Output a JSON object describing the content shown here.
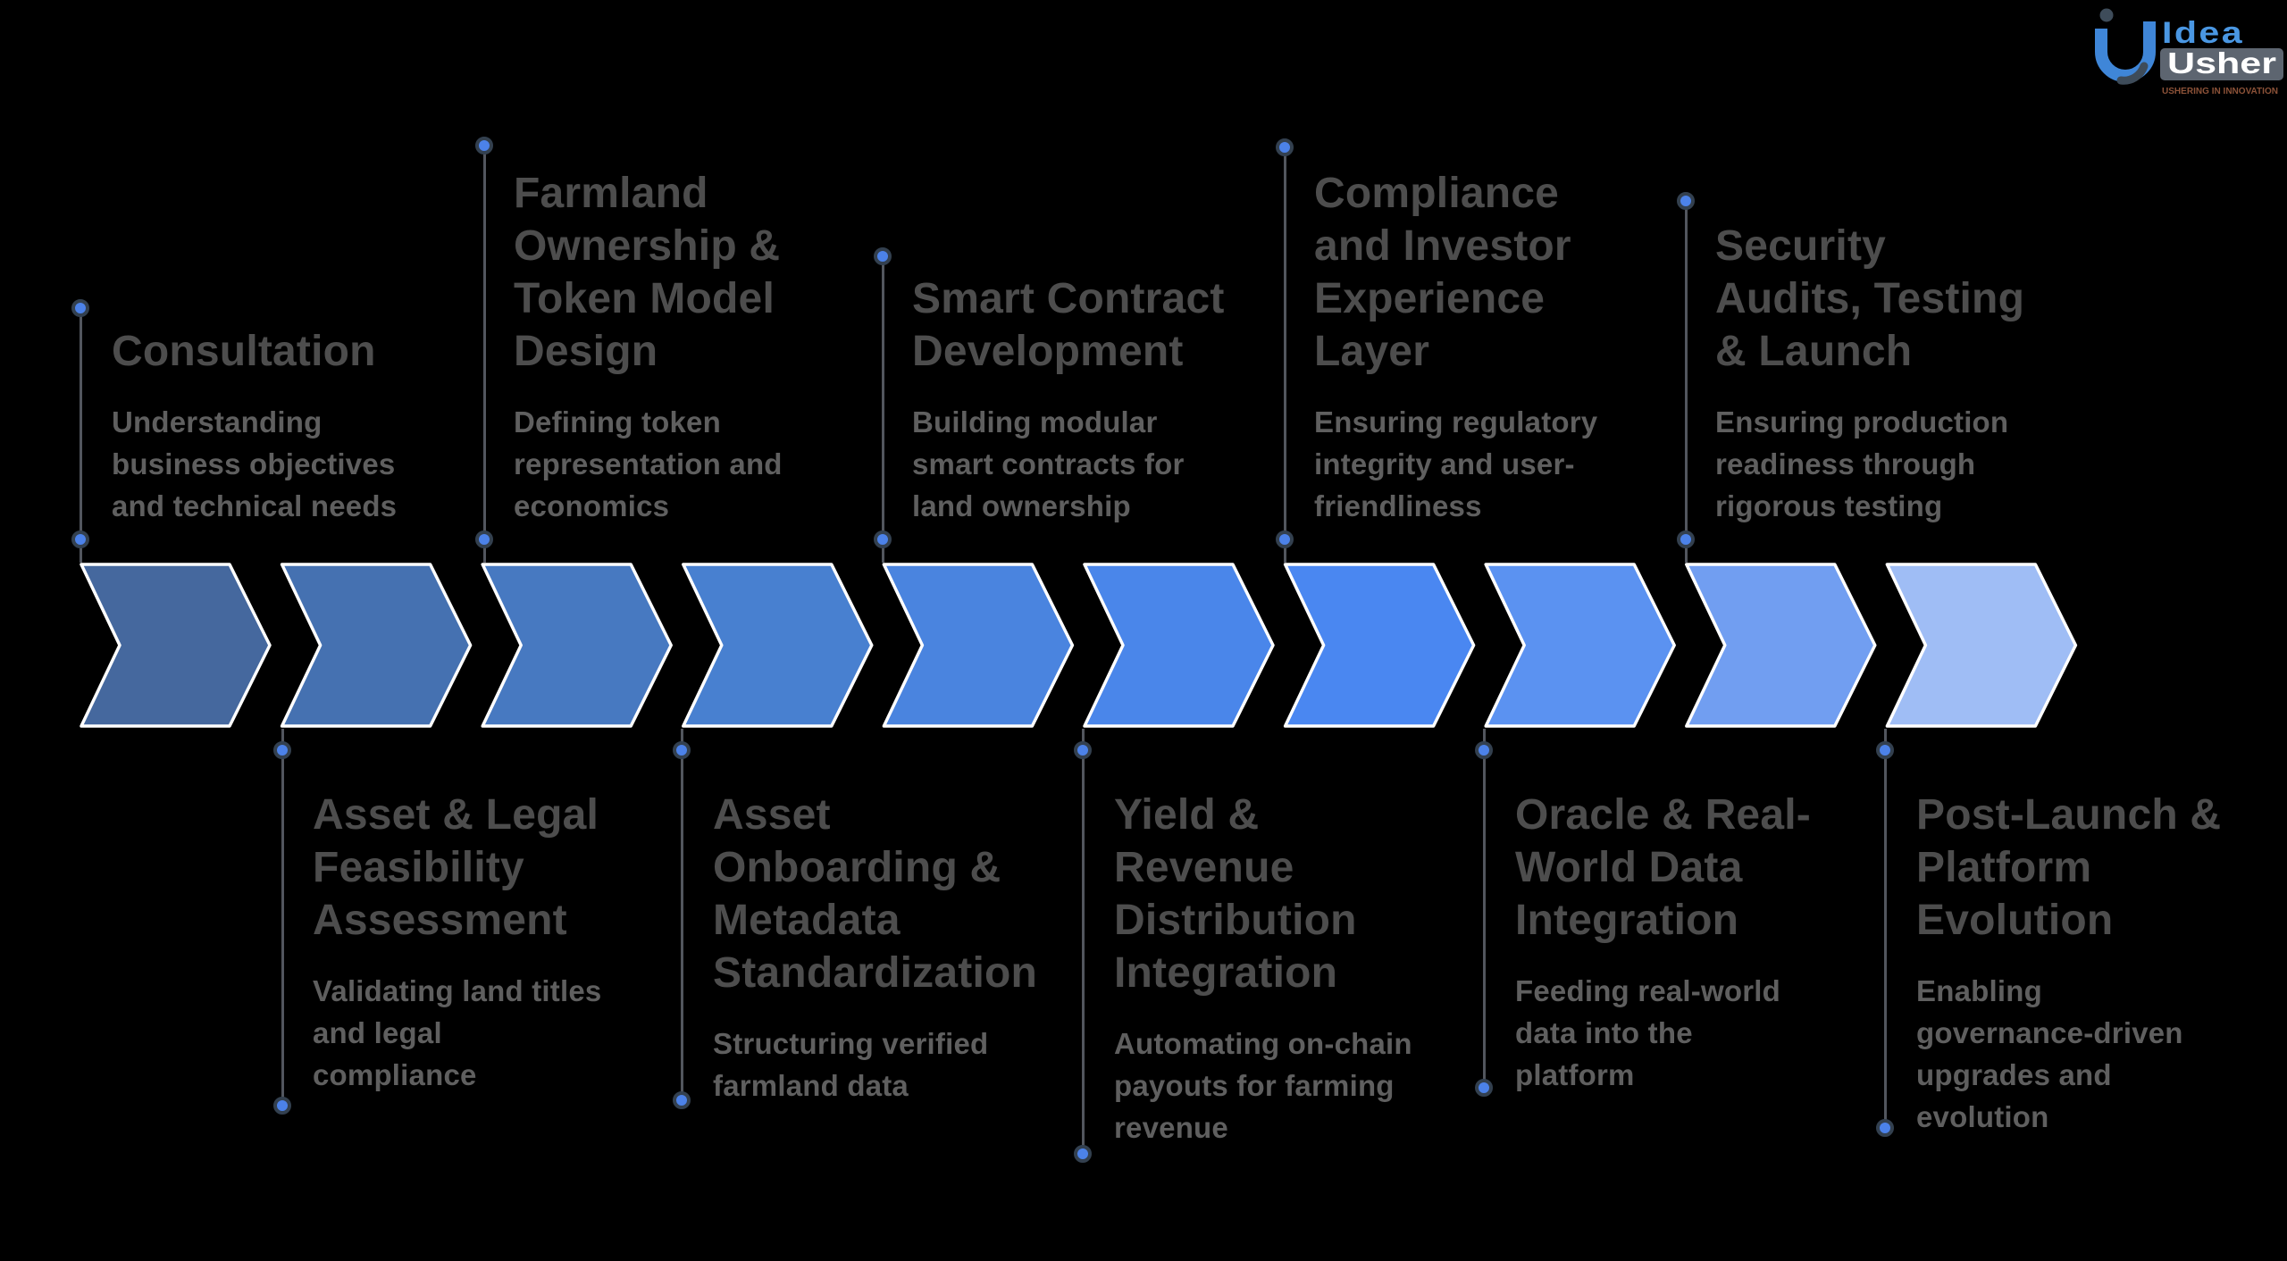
{
  "logo": {
    "brand_top": "Idea",
    "brand_bottom": "Usher",
    "tagline": "USHERING IN INNOVATION"
  },
  "timeline": {
    "chevrons": [
      {
        "step": 1,
        "color": "#45689E"
      },
      {
        "step": 2,
        "color": "#4571B1"
      },
      {
        "step": 3,
        "color": "#4779C1"
      },
      {
        "step": 4,
        "color": "#4880D0"
      },
      {
        "step": 5,
        "color": "#4A84DF"
      },
      {
        "step": 6,
        "color": "#4A86EA"
      },
      {
        "step": 7,
        "color": "#4A87F1"
      },
      {
        "step": 8,
        "color": "#5B92F1"
      },
      {
        "step": 9,
        "color": "#719EF1"
      },
      {
        "step": 10,
        "color": "#9FBDF5"
      }
    ]
  },
  "steps_top": [
    {
      "title": "Consultation",
      "description": "Understanding\nbusiness objectives\nand technical needs"
    },
    {
      "title": "Farmland\nOwnership &\nToken Model\nDesign",
      "description": "Defining token\nrepresentation and\neconomics"
    },
    {
      "title": "Smart Contract\nDevelopment",
      "description": "Building modular\nsmart contracts for\nland ownership"
    },
    {
      "title": "Compliance\nand Investor\nExperience\nLayer",
      "description": "Ensuring regulatory\nintegrity and user-\nfriendliness"
    },
    {
      "title": "Security\nAudits, Testing\n& Launch",
      "description": "Ensuring production\nreadiness through\nrigorous testing"
    }
  ],
  "steps_bottom": [
    {
      "title": "Asset & Legal\nFeasibility\nAssessment",
      "description": "Validating land titles\nand legal\ncompliance"
    },
    {
      "title": "Asset\nOnboarding &\nMetadata\nStandardization",
      "description": "Structuring verified\nfarmland data"
    },
    {
      "title": "Yield &\nRevenue\nDistribution\nIntegration",
      "description": "Automating on-chain\npayouts for farming\nrevenue"
    },
    {
      "title": "Oracle & Real-\nWorld Data\nIntegration",
      "description": "Feeding real-world\ndata into the\nplatform"
    },
    {
      "title": "Post-Launch &\nPlatform\nEvolution",
      "description": "Enabling\ngovernance-driven\nupgrades and\nevolution"
    }
  ],
  "colors": {
    "background": "#000000",
    "title_text": "#4d4d4d",
    "description_text": "#5f5f5f",
    "connector_line": "#52565e",
    "dot_fill": "#4c82e9",
    "dot_ring": "#33404f",
    "chevron_outline": "#ffffff"
  }
}
